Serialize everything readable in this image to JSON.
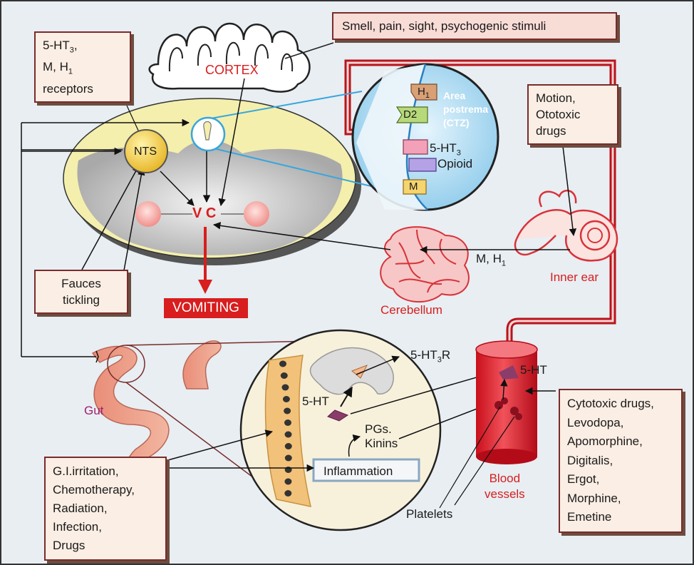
{
  "stimuli_box": "Smell, pain, sight, psychogenic stimuli",
  "receptors_box": {
    "line1_main": "5-HT",
    "line1_sub": "3",
    "line1_tail": ",",
    "line2_main": "M, H",
    "line2_sub": "1",
    "line3": "receptors"
  },
  "cortex": "CORTEX",
  "nts": "NTS",
  "vc": "V C",
  "vomiting": "VOMITING",
  "fauces_box": [
    "Fauces",
    "tickling"
  ],
  "area_postrema": [
    "Area",
    "postrema",
    "(CTZ)"
  ],
  "ctz_receptors": {
    "h1_main": "H",
    "h1_sub": "1",
    "d2": "D2",
    "ht3": "5-HT",
    "ht3_sub": "3",
    "opioid": "Opioid",
    "m": "M"
  },
  "motion_box": [
    "Motion,",
    "Ototoxic",
    "drugs"
  ],
  "mh1": {
    "main": "M, H",
    "sub": "1"
  },
  "inner_ear": "Inner ear",
  "cerebellum": "Cerebellum",
  "gut": "Gut",
  "ht3r": {
    "main": "5-HT",
    "sub": "3",
    "tail": "R"
  },
  "ht_gut": "5-HT",
  "ht_blood": "5-HT",
  "pgs": [
    "PGs.",
    "Kinins"
  ],
  "inflammation": "Inflammation",
  "blood_vessels": [
    "Blood",
    "vessels"
  ],
  "platelets": "Platelets",
  "gi_box": [
    "G.I.irritation,",
    "Chemotherapy,",
    "Radiation,",
    "Infection,",
    "Drugs"
  ],
  "drugs_box": [
    "Cytotoxic drugs,",
    "Levodopa,",
    "Apomorphine,",
    "Digitalis,",
    "Ergot,",
    "Morphine,",
    "Emetine"
  ],
  "colors": {
    "accent_red": "#d81e1e",
    "box_border": "#7a2b2b",
    "ctz_blue": "#9fd3ee",
    "medulla_yellow": "#f4efad"
  }
}
